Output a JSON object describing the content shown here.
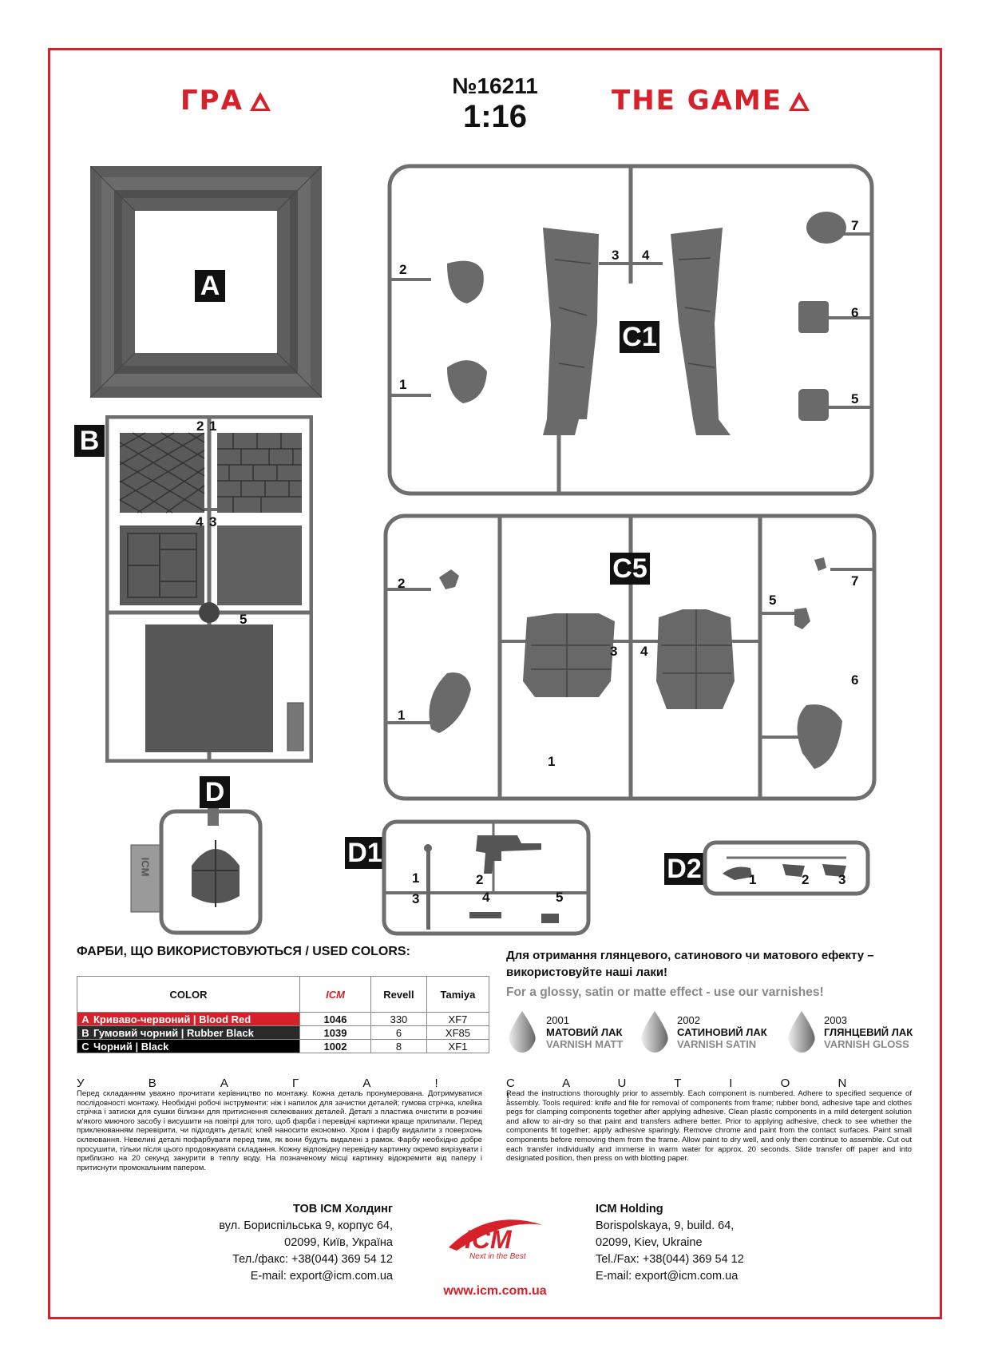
{
  "header": {
    "logo_ua": "ГРА",
    "logo_en": "THE GAME",
    "kit_number": "№16211",
    "scale": "1:16"
  },
  "sprues": {
    "A": {
      "label": "A"
    },
    "B": {
      "label": "B",
      "numbers": [
        "2",
        "1",
        "4",
        "3",
        "5"
      ]
    },
    "C1": {
      "label": "C1",
      "numbers": [
        "2",
        "1",
        "3",
        "4",
        "7",
        "6",
        "5"
      ]
    },
    "C5": {
      "label": "C5",
      "numbers": [
        "2",
        "1",
        "3",
        "4",
        "1",
        "5",
        "7",
        "6"
      ]
    },
    "D": {
      "label": "D",
      "stamp": "ICM"
    },
    "D1": {
      "label": "D1",
      "numbers": [
        "1",
        "3",
        "2",
        "4",
        "5"
      ]
    },
    "D2": {
      "label": "D2",
      "numbers": [
        "1",
        "2",
        "3"
      ]
    }
  },
  "colors_section": {
    "title": "ФАРБИ, ЩО ВИКОРИСТОВУЮТЬСЯ / USED COLORS:",
    "headers": {
      "color": "COLOR",
      "icm": "ICM",
      "revell": "Revell",
      "tamiya": "Tamiya"
    },
    "rows": [
      {
        "code": "A",
        "name": "Криваво-червоний | Blood Red",
        "icm": "1046",
        "revell": "330",
        "tamiya": "XF7",
        "bg": "#d6202a"
      },
      {
        "code": "B",
        "name": "Гумовий чорний | Rubber Black",
        "icm": "1039",
        "revell": "6",
        "tamiya": "XF85",
        "bg": "#2a2a2a"
      },
      {
        "code": "C",
        "name": "Чорний | Black",
        "icm": "1002",
        "revell": "8",
        "tamiya": "XF1",
        "bg": "#000000"
      }
    ]
  },
  "varnish": {
    "promo_ua": "Для отримання глянцевого, сатинового чи матового ефекту – використовуйте наші лаки!",
    "promo_en": "For a glossy, satin or matte effect - use our varnishes!",
    "items": [
      {
        "code": "2001",
        "ua": "МАТОВИЙ ЛАК",
        "en": "VARNISH MATT"
      },
      {
        "code": "2002",
        "ua": "САТИНОВИЙ ЛАК",
        "en": "VARNISH SATIN"
      },
      {
        "code": "2003",
        "ua": "ГЛЯНЦЕВИЙ ЛАК",
        "en": "VARNISH GLOSS"
      }
    ]
  },
  "caution": {
    "ua_title": "У В А Г А !",
    "en_title": "C A U T I O N !",
    "ua_text": "Перед складанням уважно прочитати керівництво по монтажу. Кожна деталь пронумерована. Дотримуватися послідовності монтажу. Необхідні робочі інструменти: ніж і напилок для зачистки деталей; гумова стрічка, клейка стрічка і затиски для сушки білизни для притиснення склеюваних деталей. Деталі з пластика очистити в розчині м'якого миючого засобу і висушити на повітрі для того, щоб фарба і перевідні картинки краще прилипали. Перед приклеюванням перевірити, чи підходять деталі; клей наносити економно. Хром і фарбу видалити з поверхонь склеювання. Невеликі деталі пофарбувати перед тим, як вони будуть видалені з рамок. Фарбу необхідно добре просушити, тільки після цього продовжувати складання. Кожну відповідну перевідну картинку окремо вирізувати і приблизно на 20 секунд занурити в теплу воду. На позначеному місці картинку відокремити від паперу і притиснути промокальним папером.",
    "en_text": "Read the instructions thoroughly prior to assembly. Each component is numbered. Adhere to specified sequence of assembly. Tools required: knife and file for removal of components from frame; rubber bond, adhesive tape and clothes pegs for clamping components together after applying adhesive. Clean plastic components in a mild detergent solution and allow to air-dry so that paint and transfers adhere better. Prior to applying adhesive, check to see whether the components fit together; apply adhesive sparingly. Remove chrome and paint from the contact surfaces. Paint small components before removing them from the frame. Allow paint to dry well, and only then continue to assemble. Cut out each transfer individually and immerse in warm water for approx. 20 seconds. Slide transfer off paper and into designated position, then press on with blotting paper."
  },
  "footer": {
    "ua": {
      "company": "ТОВ ICM Холдинг",
      "line1": "вул. Бориспільська 9, корпус 64,",
      "line2": "02099, Київ, Україна",
      "phone": "Тел./факс: +38(044) 369 54 12",
      "email": "E-mail: export@icm.com.ua"
    },
    "en": {
      "company": "ICM Holding",
      "line1": "Borispolskaya, 9, build. 64,",
      "line2": "02099, Kiev, Ukraine",
      "phone": "Tel./Fax: +38(044) 369 54 12",
      "email": "E-mail: export@icm.com.ua"
    },
    "logo": "ICM",
    "slogan": "Next in the Best",
    "website": "www.icm.com.ua"
  },
  "colors": {
    "accent": "#d6202a",
    "sprue": "#6e6e6e",
    "sprue_dark": "#555555"
  }
}
